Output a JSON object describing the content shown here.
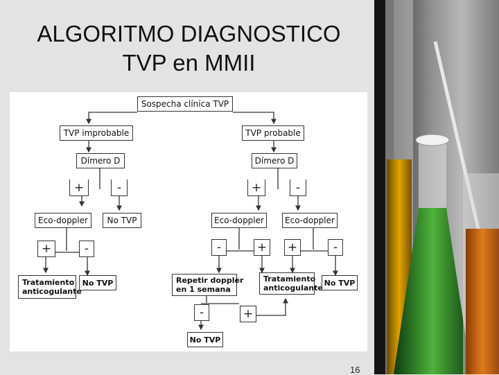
{
  "slide": {
    "title_line1": "ALGORITMO DIAGNOSTICO",
    "title_line2": "TVP en MMII",
    "page_number": "16"
  },
  "diagram": {
    "root": "Sospecha clínica TVP",
    "left_branch": {
      "label": "TVP improbable",
      "test": "Dímero D",
      "positive_sign": "+",
      "negative_sign": "-",
      "positive_next": "Eco-doppler",
      "negative_result": "No TVP",
      "doppler_positive_sign": "+",
      "doppler_negative_sign": "-",
      "doppler_positive_result_line1": "Tratamiento",
      "doppler_positive_result_line2": "anticogulante",
      "doppler_negative_result": "No TVP"
    },
    "right_branch": {
      "label": "TVP probable",
      "test": "Dímero D",
      "positive_sign": "+",
      "negative_sign": "-",
      "positive_doppler": "Eco-doppler",
      "negative_doppler": "Eco-doppler",
      "dp1_negative_sign": "-",
      "dp1_positive_sign": "+",
      "dp2_positive_sign": "+",
      "dp2_negative_sign": "-",
      "repeat_line1": "Repetir doppler",
      "repeat_line2": "en 1 semana",
      "treatment_line1": "Tratamiento",
      "treatment_line2": "anticogulante",
      "no_tvp": "No TVP",
      "repeat_negative_sign": "-",
      "repeat_positive_sign": "+",
      "final_no_tvp": "No TVP"
    }
  },
  "colors": {
    "background": "#e3e3e3",
    "panel": "#ffffff",
    "line": "#333333"
  }
}
